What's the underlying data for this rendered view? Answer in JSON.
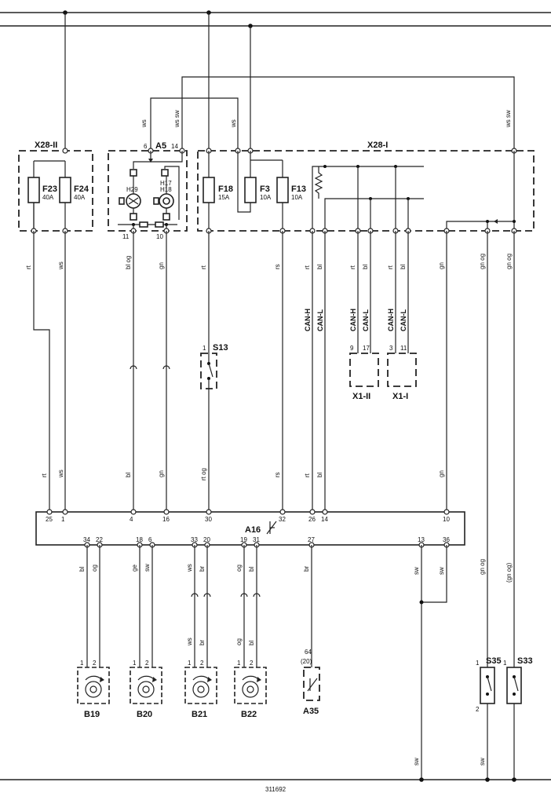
{
  "diagram_id": "311692",
  "components": {
    "x28_ii": "X28-II",
    "a5": "A5",
    "x28_i": "X28-I",
    "f23": "F23",
    "f23_rating": "40A",
    "f24": "F24",
    "f24_rating": "40A",
    "h29": "H29",
    "h17": "H17",
    "h18": "H18",
    "f18": "F18",
    "f18_rating": "15A",
    "f3": "F3",
    "f3_rating": "10A",
    "f13": "F13",
    "f13_rating": "10A",
    "s13": "S13",
    "x1_ii": "X1-II",
    "x1_i": "X1-I",
    "a16": "A16",
    "b19": "B19",
    "b20": "B20",
    "b21": "B21",
    "b22": "B22",
    "a35": "A35",
    "a35_pin_top": "64",
    "a35_pin_alt": "(20)",
    "s35": "S35",
    "s33": "S33"
  },
  "wire_colors": {
    "ws": "ws",
    "ws_sw": "ws sw",
    "rt": "rt",
    "bl_og": "bl og",
    "gn": "gn",
    "rs": "rs",
    "bl": "bl",
    "gn_og": "gn og",
    "rt_og": "rt og",
    "og": "og",
    "ge": "ge",
    "sw": "sw",
    "br": "br",
    "gn_og_paren": "(gn og)"
  },
  "can": {
    "high": "CAN-H",
    "low": "CAN-L"
  },
  "pins": {
    "a5_6": "6",
    "a5_14": "14",
    "a5_11": "11",
    "a5_10": "10",
    "s13_1": "1",
    "x1_ii_9": "9",
    "x1_ii_17": "17",
    "x1_i_3": "3",
    "x1_i_11": "11",
    "a16_top": [
      "25",
      "1",
      "4",
      "16",
      "30",
      "32",
      "26",
      "14",
      "10"
    ],
    "a16_bottom": [
      "34",
      "22",
      "18",
      "6",
      "33",
      "20",
      "19",
      "31",
      "27",
      "13",
      "36"
    ],
    "p1": "1",
    "p2": "2"
  }
}
